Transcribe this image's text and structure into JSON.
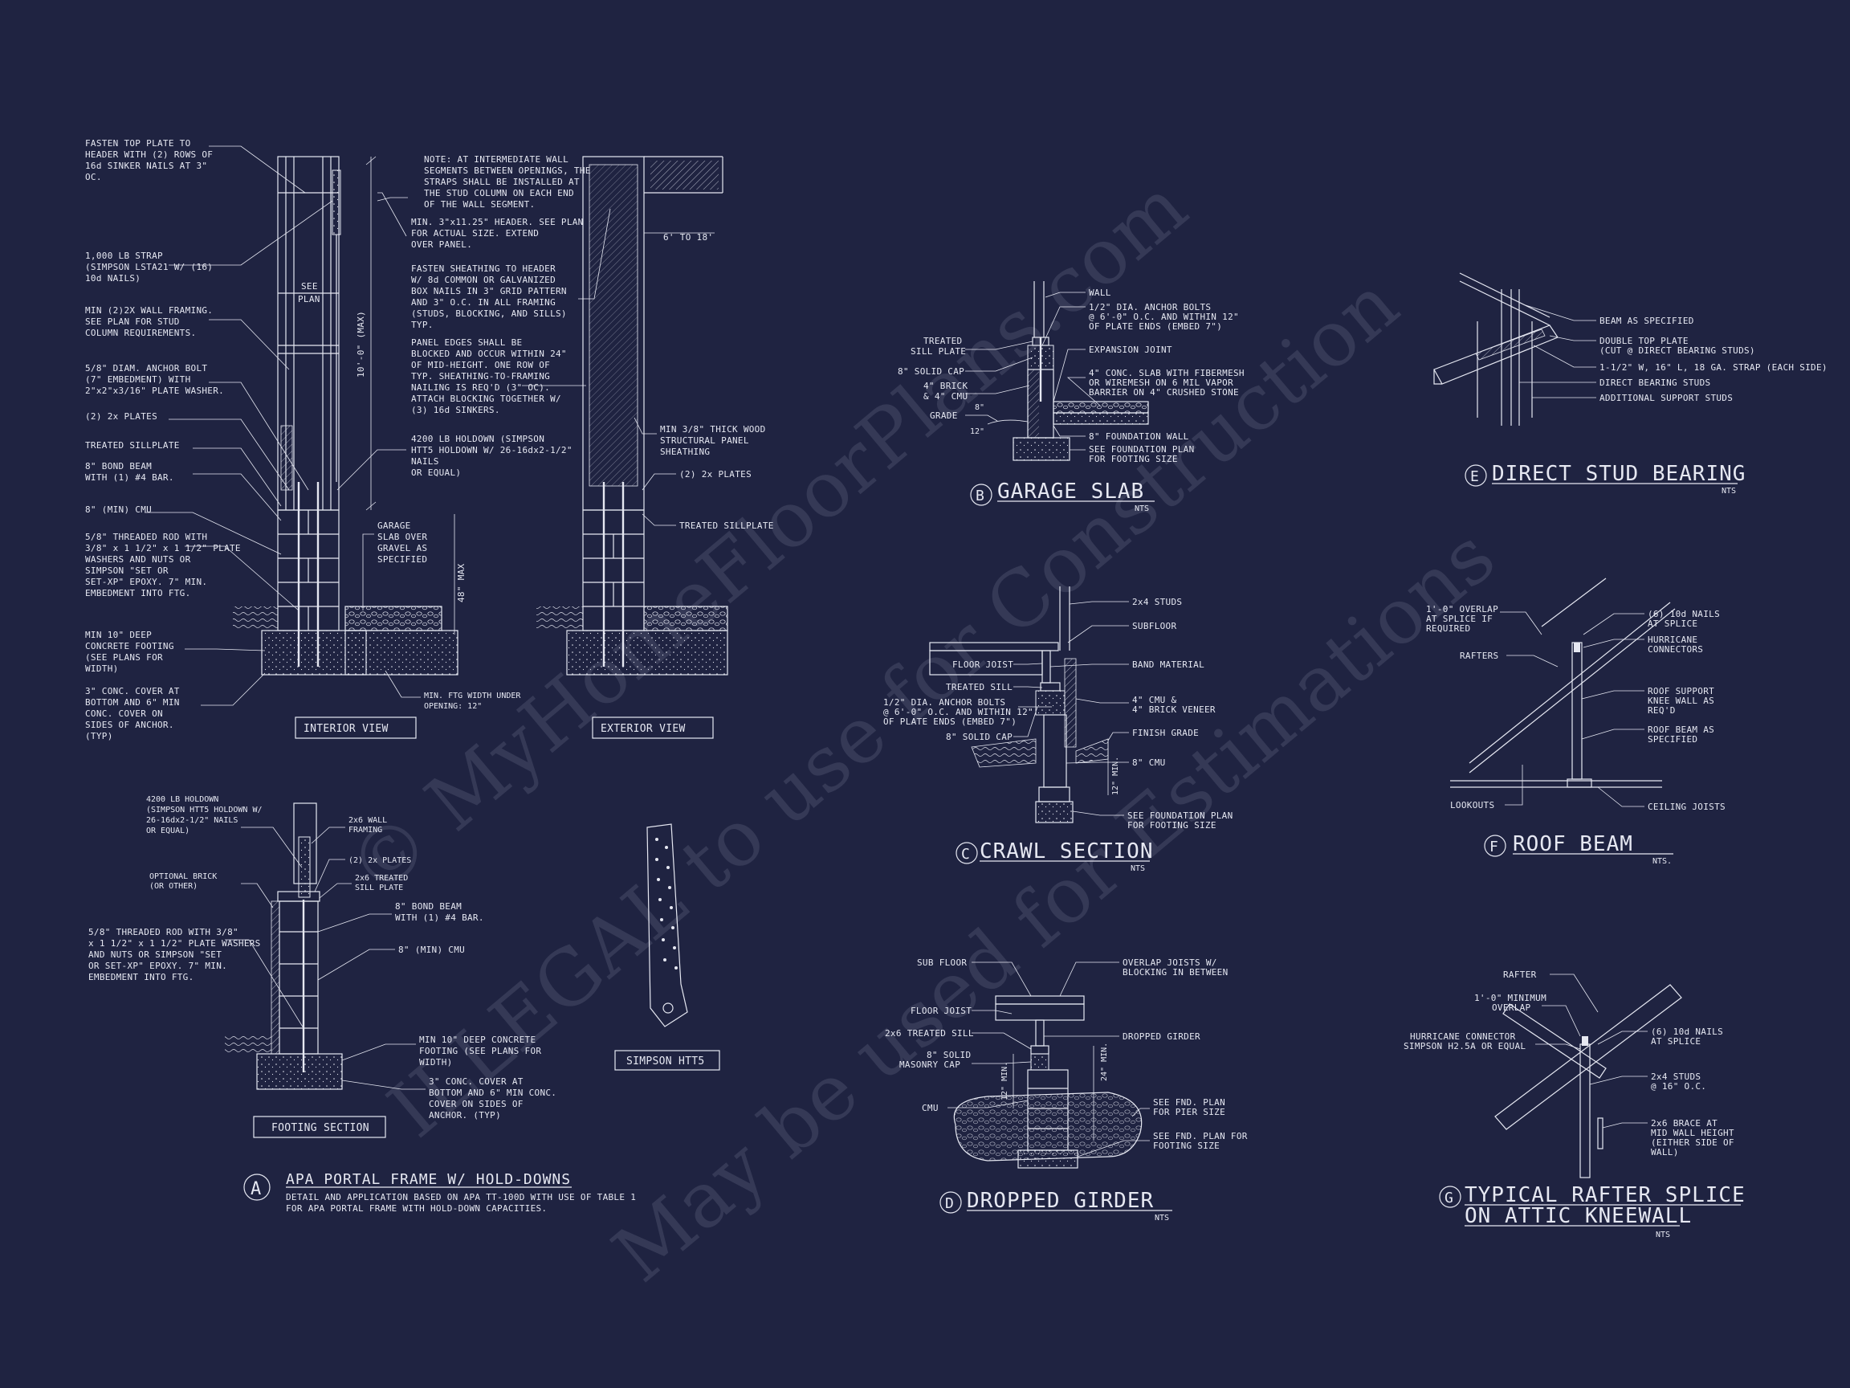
{
  "watermark": {
    "line1": "© MyHomeFloorPlans.com",
    "line2": "ILLEGAL to use for Construction",
    "line3": "May be used for Estimations"
  },
  "detail_a": {
    "letter": "A",
    "title": "APA PORTAL FRAME W/ HOLD-DOWNS",
    "subtitle_1": "DETAIL AND APPLICATION BASED ON APA TT-100D WITH USE OF TABLE 1",
    "subtitle_2": "FOR APA PORTAL FRAME WITH HOLD-DOWN CAPACITIES.",
    "interior_view": "INTERIOR VIEW",
    "exterior_view": "EXTERIOR VIEW",
    "footing_section": "FOOTING SECTION",
    "simpson_htt5": "SIMPSON HTT5",
    "see_plan_1": "SEE",
    "see_plan_2": "PLAN",
    "height_max": "10'-0\" (MAX)",
    "six_to_18": "6' TO 18'",
    "max_48": "48\" MAX",
    "notes_left": [
      "FASTEN TOP PLATE TO",
      "HEADER WITH (2) ROWS OF",
      "16d SINKER NAILS AT 3\"",
      "OC.",
      "1,000 LB STRAP",
      "(SIMPSON LSTA21 W/ (16)",
      "10d NAILS)",
      "MIN (2)2X WALL FRAMING.",
      "SEE PLAN FOR STUD",
      "COLUMN REQUIREMENTS.",
      "5/8\" DIAM. ANCHOR BOLT",
      "(7\" EMBEDMENT) WITH",
      "2\"x2\"x3/16\" PLATE WASHER.",
      "(2) 2x PLATES",
      "TREATED SILLPLATE",
      "8\" BOND BEAM",
      "WITH (1) #4 BAR.",
      "8\" (MIN) CMU",
      "5/8\" THREADED ROD WITH",
      "3/8\" x 1 1/2\" x 1 1/2\" PLATE",
      "WASHERS AND NUTS OR",
      "SIMPSON \"SET OR",
      "SET-XP\" EPOXY. 7\" MIN.",
      "EMBEDMENT INTO FTG.",
      "MIN 10\" DEEP",
      "CONCRETE FOOTING",
      "(SEE PLANS FOR",
      "WIDTH)",
      "3\" CONC. COVER AT",
      "BOTTOM AND 6\" MIN",
      "CONC. COVER ON",
      "SIDES OF ANCHOR.",
      "(TYP)"
    ],
    "notes_mid": [
      "NOTE: AT INTERMEDIATE WALL",
      "SEGMENTS BETWEEN OPENINGS, THE",
      "STRAPS SHALL BE INSTALLED AT",
      "THE STUD COLUMN ON EACH END",
      "OF THE WALL SEGMENT.",
      "MIN. 3\"x11.25\" HEADER. SEE PLAN",
      "FOR ACTUAL SIZE. EXTEND",
      "OVER PANEL.",
      "FASTEN SHEATHING TO HEADER",
      "W/ 8d COMMON OR GALVANIZED",
      "BOX NAILS IN 3\" GRID PATTERN",
      "AND 3\" O.C. IN ALL FRAMING",
      "(STUDS, BLOCKING, AND SILLS)",
      "TYP.",
      "PANEL EDGES SHALL BE",
      "BLOCKED AND OCCUR WITHIN 24\"",
      "OF MID-HEIGHT. ONE ROW OF",
      "TYP. SHEATHING-TO-FRAMING",
      "NAILING IS REQ'D (3\" OC).",
      "ATTACH BLOCKING TOGETHER W/",
      "(3) 16d SINKERS.",
      "4200 LB HOLDOWN (SIMPSON",
      "HTT5 HOLDOWN W/ 26-16dx2-1/2\"",
      "NAILS",
      "OR EQUAL)"
    ],
    "garage_slab_note": [
      "GARAGE",
      "SLAB OVER",
      "GRAVEL AS",
      "SPECIFIED"
    ],
    "min_ftg": [
      "MIN. FTG WIDTH UNDER",
      "OPENING: 12\""
    ],
    "ext_notes": [
      "MIN 3/8\" THICK WOOD",
      "STRUCTURAL PANEL",
      "SHEATHING",
      "(2) 2x PLATES",
      "TREATED SILLPLATE"
    ],
    "footing_notes_left": [
      "4200 LB HOLDOWN",
      "(SIMPSON HTT5 HOLDOWN W/",
      "26-16dx2-1/2\" NAILS",
      "OR EQUAL)",
      "OPTIONAL BRICK",
      "(OR OTHER)",
      "5/8\" THREADED ROD WITH 3/8\"",
      "x 1 1/2\" x 1 1/2\" PLATE WASHERS",
      "AND NUTS OR SIMPSON \"SET",
      "OR SET-XP\" EPOXY. 7\" MIN.",
      "EMBEDMENT INTO FTG."
    ],
    "footing_notes_right": [
      "2x6 WALL",
      "FRAMING",
      "(2) 2x PLATES",
      "2x6 TREATED",
      "SILL PLATE",
      "8\" BOND BEAM",
      "WITH (1) #4 BAR.",
      "8\" (MIN) CMU",
      "MIN 10\" DEEP CONCRETE",
      "FOOTING (SEE PLANS FOR",
      "WIDTH)",
      "3\" CONC. COVER AT",
      "BOTTOM AND 6\" MIN CONC.",
      "COVER ON SIDES OF",
      "ANCHOR. (TYP)"
    ]
  },
  "detail_b": {
    "letter": "B",
    "title": "GARAGE SLAB",
    "scale": "NTS",
    "left_labels": [
      "TREATED",
      "SILL PLATE",
      "8\" SOLID CAP",
      "4\" BRICK",
      "& 4\" CMU",
      "GRADE",
      "8\"",
      "12\""
    ],
    "right_labels": [
      "WALL",
      "1/2\" DIA. ANCHOR BOLTS",
      "@ 6'-0\" O.C. AND WITHIN 12\"",
      "OF PLATE ENDS (EMBED 7\")",
      "EXPANSION JOINT",
      "4\" CONC. SLAB WITH FIBERMESH",
      "OR WIREMESH ON 6 MIL VAPOR",
      "BARRIER ON 4\" CRUSHED STONE",
      "8\" FOUNDATION WALL",
      "SEE FOUNDATION PLAN",
      "FOR FOOTING SIZE"
    ]
  },
  "detail_c": {
    "letter": "C",
    "title": "CRAWL SECTION",
    "scale": "NTS",
    "left_labels": [
      "FLOOR JOIST",
      "TREATED SILL",
      "1/2\" DIA. ANCHOR BOLTS",
      "@ 6'-0\" O.C. AND WITHIN 12\"",
      "OF PLATE ENDS (EMBED 7\")",
      "8\" SOLID CAP"
    ],
    "right_labels": [
      "2x4 STUDS",
      "SUBFLOOR",
      "BAND MATERIAL",
      "4\" CMU &",
      "4\" BRICK VENEER",
      "FINISH GRADE",
      "8\" CMU",
      "12\" MIN.",
      "SEE FOUNDATION PLAN",
      "FOR FOOTING SIZE"
    ]
  },
  "detail_d": {
    "letter": "D",
    "title": "DROPPED GIRDER",
    "scale": "NTS",
    "left_labels": [
      "SUB FLOOR",
      "FLOOR JOIST",
      "2x6 TREATED SILL",
      "8\" SOLID",
      "MASONRY CAP",
      "CMU",
      "12\" MIN."
    ],
    "right_labels": [
      "OVERLAP JOISTS W/",
      "BLOCKING IN BETWEEN",
      "DROPPED GIRDER",
      "24\" MIN.",
      "SEE FND. PLAN",
      "FOR PIER SIZE",
      "SEE FND. PLAN FOR",
      "FOOTING SIZE"
    ]
  },
  "detail_e": {
    "letter": "E",
    "title": "DIRECT STUD BEARING",
    "scale": "NTS",
    "labels": [
      "BEAM AS SPECIFIED",
      "DOUBLE TOP PLATE",
      "(CUT @ DIRECT BEARING STUDS)",
      "1-1/2\" W, 16\" L, 18 GA. STRAP (EACH SIDE)",
      "DIRECT BEARING STUDS",
      "ADDITIONAL SUPPORT STUDS"
    ]
  },
  "detail_f": {
    "letter": "F",
    "title": "ROOF BEAM",
    "scale": "NTS.",
    "left_labels": [
      "1'-0\" OVERLAP",
      "AT SPLICE IF",
      "REQUIRED",
      "RAFTERS",
      "LOOKOUTS"
    ],
    "right_labels": [
      "(6) 10d NAILS",
      "AT SPLICE",
      "HURRICANE",
      "CONNECTORS",
      "ROOF SUPPORT",
      "KNEE WALL AS",
      "REQ'D",
      "ROOF BEAM AS",
      "SPECIFIED",
      "CEILING JOISTS"
    ]
  },
  "detail_g": {
    "letter": "G",
    "title_1": "TYPICAL RAFTER SPLICE",
    "title_2": "ON ATTIC KNEEWALL",
    "scale": "NTS",
    "left_labels": [
      "RAFTER",
      "1'-0\" MINIMUM",
      "OVERLAP",
      "HURRICANE CONNECTOR",
      "SIMPSON H2.5A OR EQUAL"
    ],
    "right_labels": [
      "(6) 10d NAILS",
      "AT SPLICE",
      "2x4 STUDS",
      "@ 16\" O.C.",
      "2x6 BRACE AT",
      "MID WALL HEIGHT",
      "(EITHER SIDE OF",
      "WALL)"
    ]
  },
  "colors": {
    "background": "#1f2341",
    "linework": "#e6e8f2",
    "watermark": "#a9adc4"
  }
}
